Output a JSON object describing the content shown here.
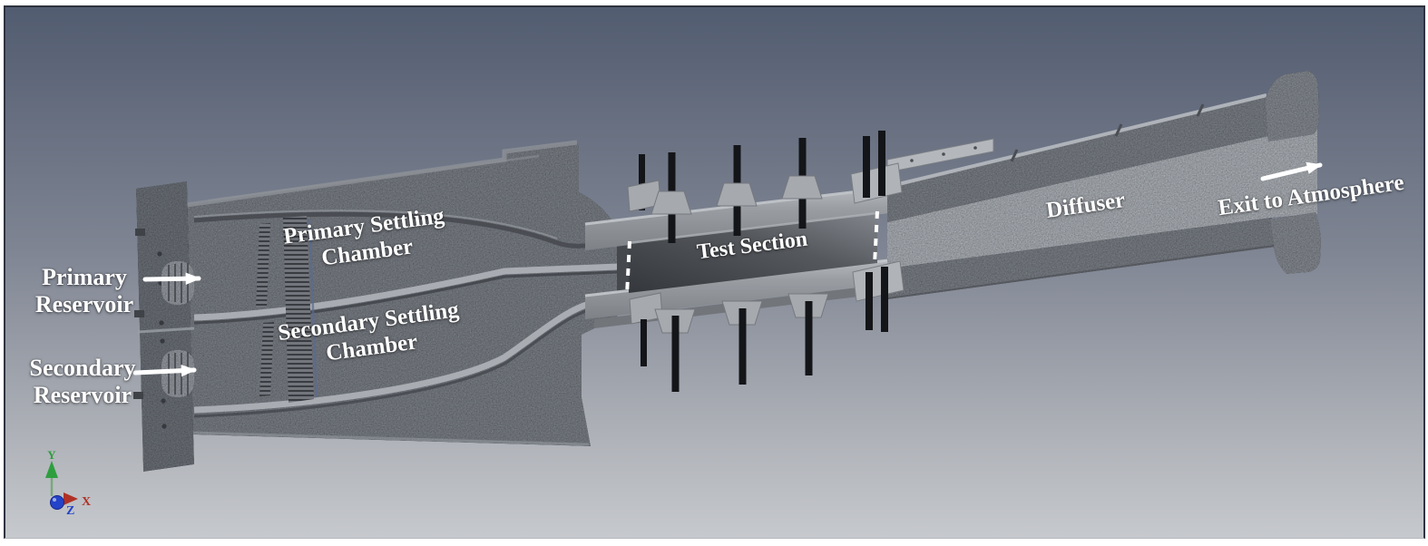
{
  "annotations": {
    "primary_reservoir": "Primary Reservoir",
    "secondary_reservoir": "Secondary Reservoir",
    "primary_settling_chamber": "Primary Settling Chamber",
    "secondary_settling_chamber": "Secondary Settling Chamber",
    "test_section": "Test Section",
    "diffuser": "Diffuser",
    "exit_to_atmosphere": "Exit to Atmosphere"
  },
  "axis_triad": {
    "x_label": "X",
    "y_label": "Y",
    "z_label": "Z",
    "x_color": "#b03226",
    "y_color": "#2f9e3f",
    "z_color": "#2443c8"
  },
  "colors": {
    "background_top": "#525c70",
    "background_bottom": "#c6c9cd",
    "annotation_text": "#ffffff",
    "granite_dark": "#64686e",
    "granite_light": "#8d9196",
    "test_panel_dark": "#3a3d41"
  }
}
